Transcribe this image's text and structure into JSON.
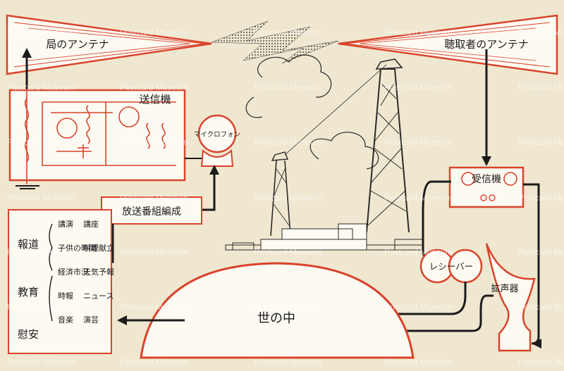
{
  "watermark": "Postcard Museum",
  "labels": {
    "transmit_antenna": "局のアンテナ",
    "receive_antenna": "聴取者のアンテナ",
    "transmitter": "送信機",
    "microphone": "マイクロフォン",
    "program_box": "放送番組編成",
    "receiver": "受信機",
    "receiver_headphones": "レシーバー",
    "loudspeaker": "拡声器",
    "world": "世の中",
    "category_news": "報道",
    "category_education": "教育",
    "category_comfort": "慰安",
    "program_lines": [
      "講演",
      "講座",
      "子供の時間",
      "料理献立",
      "経済市況",
      "天気予報",
      "時報",
      "ニュース",
      "音楽",
      "演芸"
    ]
  },
  "colors": {
    "background": "#efe7cf",
    "accent_red": "#d9432b",
    "ink": "#1b1b1b",
    "panel_white": "#fdfaf2"
  }
}
